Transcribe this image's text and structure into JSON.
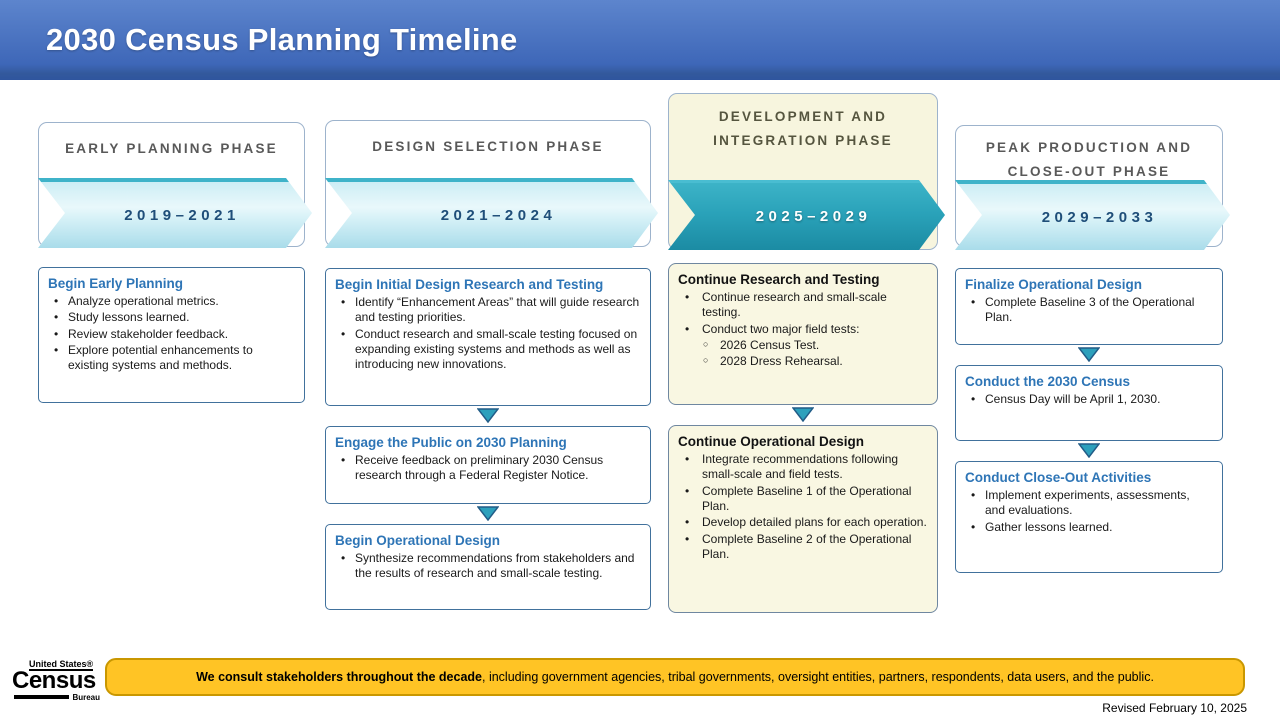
{
  "header": {
    "title": "2030 Census Planning Timeline"
  },
  "phases": [
    {
      "name": "EARLY PLANNING PHASE",
      "years": "2019–2021",
      "highlighted": false,
      "boxes": [
        {
          "title": "Begin Early Planning",
          "bullets": [
            {
              "level": 1,
              "text": "Analyze operational metrics."
            },
            {
              "level": 1,
              "text": "Study lessons learned."
            },
            {
              "level": 1,
              "text": "Review stakeholder feedback."
            },
            {
              "level": 1,
              "text": "Explore potential enhancements to existing systems and methods."
            }
          ]
        }
      ]
    },
    {
      "name": "DESIGN SELECTION PHASE",
      "years": "2021–2024",
      "highlighted": false,
      "boxes": [
        {
          "title": "Begin Initial Design Research and Testing",
          "bullets": [
            {
              "level": 1,
              "text": "Identify “Enhancement Areas” that will guide research and testing priorities."
            },
            {
              "level": 1,
              "text": "Conduct research and small-scale testing focused on expanding existing systems and methods as well as introducing new innovations."
            }
          ]
        },
        {
          "title": "Engage the Public on 2030 Planning",
          "bullets": [
            {
              "level": 1,
              "text": "Receive feedback on preliminary 2030 Census research through a Federal Register Notice."
            }
          ]
        },
        {
          "title": "Begin Operational Design",
          "bullets": [
            {
              "level": 1,
              "text": "Synthesize recommendations from stakeholders and the results of research and small-scale testing."
            }
          ]
        }
      ]
    },
    {
      "name": "DEVELOPMENT AND INTEGRATION PHASE",
      "years": "2025–2029",
      "highlighted": true,
      "boxes": [
        {
          "title": "Continue Research and Testing",
          "bullets": [
            {
              "level": 1,
              "text": "Continue research and small-scale testing."
            },
            {
              "level": 1,
              "text": "Conduct two major field tests:"
            },
            {
              "level": 2,
              "text": "2026 Census Test."
            },
            {
              "level": 2,
              "text": "2028 Dress Rehearsal."
            }
          ]
        },
        {
          "title": "Continue Operational Design",
          "bullets": [
            {
              "level": 1,
              "text": "Integrate recommendations following small-scale and field tests."
            },
            {
              "level": 1,
              "text": "Complete Baseline 1 of the Operational Plan."
            },
            {
              "level": 1,
              "text": "Develop detailed plans for each operation."
            },
            {
              "level": 1,
              "text": "Complete Baseline 2 of the Operational Plan."
            }
          ]
        }
      ]
    },
    {
      "name": "PEAK PRODUCTION AND CLOSE-OUT PHASE",
      "years": "2029–2033",
      "highlighted": false,
      "boxes": [
        {
          "title": "Finalize Operational Design",
          "bullets": [
            {
              "level": 1,
              "text": "Complete Baseline 3 of the Operational Plan."
            }
          ]
        },
        {
          "title": "Conduct the 2030 Census",
          "bullets": [
            {
              "level": 1,
              "text": "Census Day will be April 1, 2030."
            }
          ]
        },
        {
          "title": "Conduct Close-Out Activities",
          "bullets": [
            {
              "level": 1,
              "text": "Implement experiments, assessments, and evaluations."
            },
            {
              "level": 1,
              "text": "Gather lessons learned."
            }
          ]
        }
      ]
    }
  ],
  "footer": {
    "logo": {
      "top": "United States®",
      "name": "Census",
      "sub": "Bureau"
    },
    "banner_bold": "We consult stakeholders throughout the decade",
    "banner_rest": ", including government agencies, tribal governments, oversight entities, partners, respondents, data users, and the public.",
    "revised": "Revised February 10, 2025"
  },
  "colors": {
    "banner_blue_top": "#5d85cd",
    "banner_blue_bottom": "#3e67b8",
    "arrow_light": "#a9dcea",
    "arrow_dark_teal": "#2aa2b9",
    "year_navy": "#1f4e79",
    "heading_blue": "#2e75b6",
    "cream_bg": "#f9f7e2",
    "gold": "#ffc425",
    "phase_title_gray": "#595959"
  }
}
